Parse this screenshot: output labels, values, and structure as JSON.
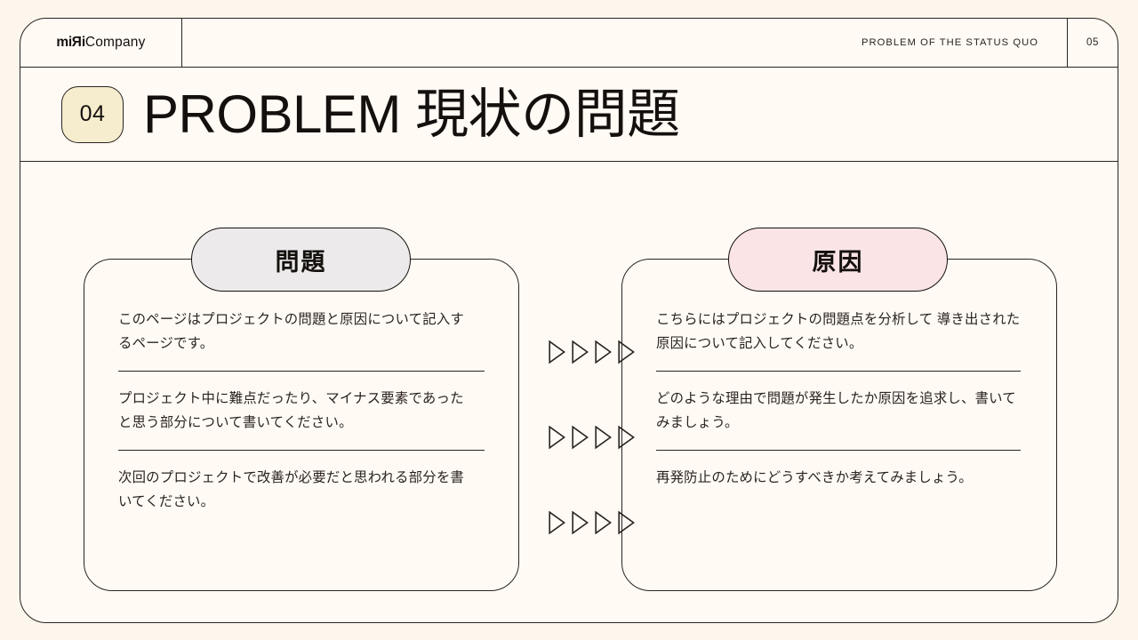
{
  "slide": {
    "background_color": "#fdf6ec",
    "frame_color": "#fffaf4",
    "border_color": "#2b2320"
  },
  "header": {
    "logo_mark": "miRi",
    "logo_word": "Company",
    "kicker": "PROBLEM OF THE STATUS QUO",
    "page_number": "05"
  },
  "title": {
    "badge_number": "04",
    "badge_color": "#f6edce",
    "text": "PROBLEM 現状の問題"
  },
  "columns": [
    {
      "key": "problem",
      "pill_label": "問題",
      "pill_color": "#eceaea",
      "items": [
        "このページはプロジェクトの問題と原因について記入するページです。",
        "プロジェクト中に難点だったり、マイナス要素であったと思う部分について書いてください。",
        "次回のプロジェクトで改善が必要だと思われる部分を書いてください。"
      ]
    },
    {
      "key": "cause",
      "pill_label": "原因",
      "pill_color": "#fae4e6",
      "items": [
        "こちらにはプロジェクトの問題点を分析して  導き出された原因について記入してください。",
        "どのような理由で問題が発生したか原因を追求し、書いてみましょう。",
        "再発防止のためにどうすべきか考えてみましょう。"
      ]
    }
  ],
  "connectors": {
    "icon": "triangle-right-icon",
    "count_per_row": 4,
    "rows": 3
  }
}
